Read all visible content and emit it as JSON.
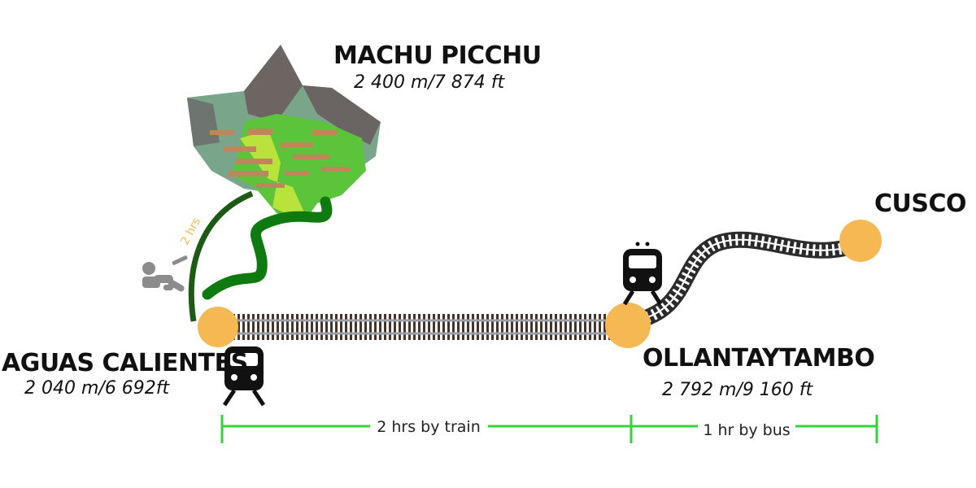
{
  "places": {
    "machu_picchu": {
      "name": "MACHU PICCHU",
      "elevation": "2 400 m/7 874 ft"
    },
    "aguas_calientes": {
      "name": "AGUAS CALIENTES",
      "elevation": "2 040 m/6 692ft"
    },
    "ollantaytambo": {
      "name": "OLLANTAYTAMBO",
      "elevation": "2 792 m/9 160 ft"
    },
    "cusco": {
      "name": "CUSCO"
    }
  },
  "hike": {
    "label": "2 hrs"
  },
  "segments": {
    "train": {
      "label": "2 hrs by train"
    },
    "bus": {
      "label": "1 hr by bus"
    }
  },
  "icons": {
    "mountain": "machu-picchu-mountain-icon",
    "train": "train-icon",
    "hiker": "hiker-icon",
    "railway": "railway-track",
    "road": "road-tire-track"
  },
  "colors": {
    "node": "#f6b852",
    "measure": "#35d43b",
    "hike_path": "#1d5a14",
    "bus_path": "#0f7a0f",
    "title_text": "#111111"
  }
}
